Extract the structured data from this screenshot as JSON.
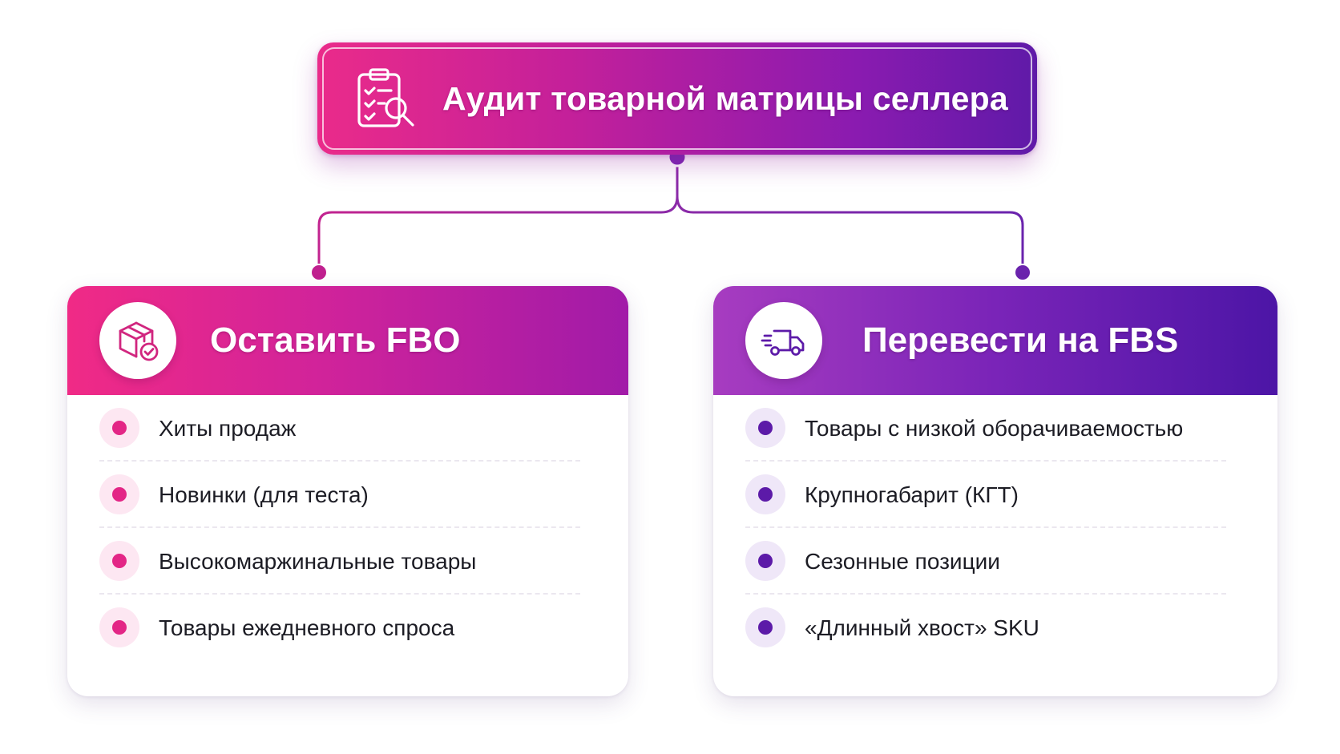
{
  "root": {
    "title": "Аудит товарной матрицы селлера",
    "icon": "clipboard-search-icon"
  },
  "branches": {
    "left": {
      "title": "Оставить FBO",
      "icon": "box-check-icon",
      "items": [
        {
          "label": "Хиты продаж"
        },
        {
          "label": "Новинки (для теста)"
        },
        {
          "label": "Высокомаржинальные товары"
        },
        {
          "label": "Товары ежедневного спроса"
        }
      ]
    },
    "right": {
      "title": "Перевести на FBS",
      "icon": "delivery-truck-icon",
      "items": [
        {
          "label": "Товары с низкой оборачиваемостью"
        },
        {
          "label": "Крупногабарит (КГТ)"
        },
        {
          "label": "Сезонные позиции"
        },
        {
          "label": "«Длинный хвост» SKU"
        }
      ]
    }
  },
  "colors": {
    "pink": "#e32686",
    "purple": "#5c1aa8",
    "connector": "#8f2aa6"
  }
}
